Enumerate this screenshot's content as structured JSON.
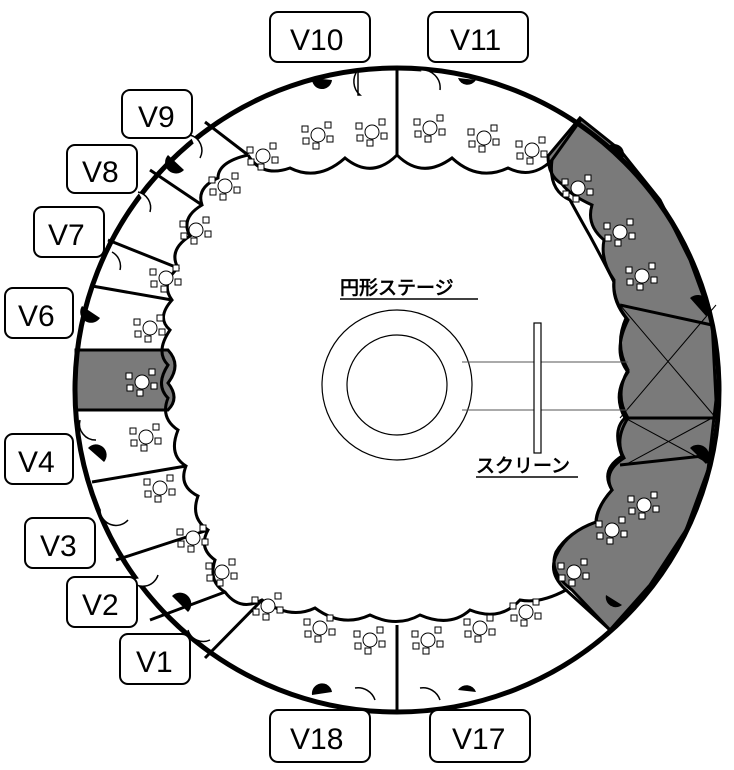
{
  "map": {
    "stage_label": "円形ステージ",
    "screen_label": "スクリーン",
    "colors": {
      "wall": "#000000",
      "occupied_room": "#7a7a7a",
      "free_room": "#ffffff"
    },
    "rooms": [
      {
        "id": "V10",
        "label": "V10",
        "status": "free"
      },
      {
        "id": "V11",
        "label": "V11",
        "status": "free"
      },
      {
        "id": "V9",
        "label": "V9",
        "status": "free"
      },
      {
        "id": "V8",
        "label": "V8",
        "status": "free"
      },
      {
        "id": "V7",
        "label": "V7",
        "status": "free"
      },
      {
        "id": "V6",
        "label": "V6",
        "status": "free"
      },
      {
        "id": "V5",
        "label": "",
        "status": "occupied"
      },
      {
        "id": "V4",
        "label": "V4",
        "status": "free"
      },
      {
        "id": "V3",
        "label": "V3",
        "status": "free"
      },
      {
        "id": "V2",
        "label": "V2",
        "status": "free"
      },
      {
        "id": "V1",
        "label": "V1",
        "status": "free"
      },
      {
        "id": "V18",
        "label": "V18",
        "status": "free"
      },
      {
        "id": "V17",
        "label": "V17",
        "status": "free"
      },
      {
        "id": "V12-16",
        "label": "",
        "status": "occupied"
      }
    ]
  }
}
